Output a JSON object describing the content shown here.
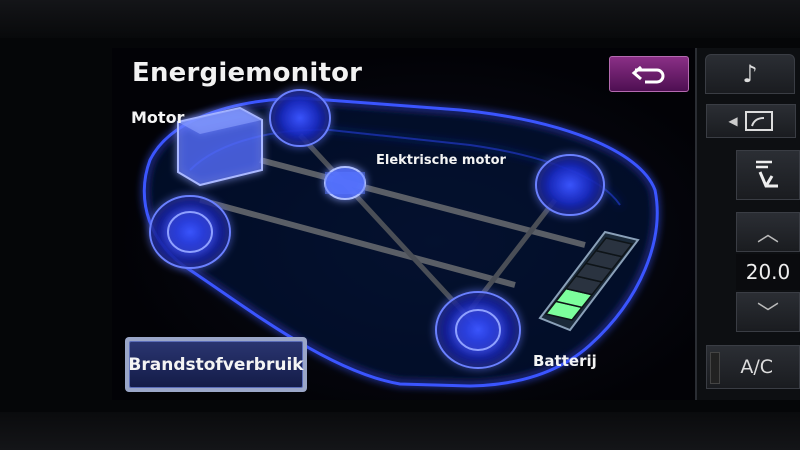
{
  "screen": {
    "title": "Energiemonitor",
    "labels": {
      "motor": "Motor",
      "electric_motor": "Elektrische motor",
      "battery": "Batterij"
    },
    "fuel_button_label": "Brandstofverbruik",
    "back_icon": "return-arrow-icon"
  },
  "climate_panel": {
    "audio_tab_icon": "music-note-icon",
    "vent_icon": "vent-mode-icon",
    "recirc_icon": "seat-airflow-icon",
    "temperature": "20.0",
    "ac_label": "A/C"
  },
  "battery_level": 0.33,
  "colors": {
    "accent_blue": "#2f4dff",
    "battery_green": "#7cff9c",
    "back_button": "#7a2a7a"
  }
}
